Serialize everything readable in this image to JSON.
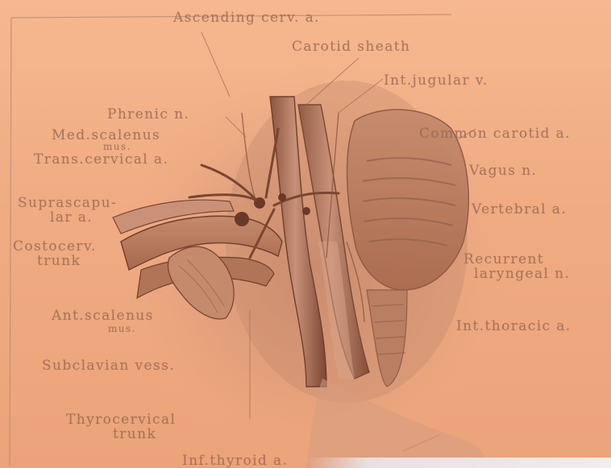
{
  "labels": {
    "ascending_cervical": "Ascending cerv. a.",
    "carotid_sheath": "Carotid sheath",
    "int_jugular": "Int.jugular v.",
    "phrenic": "Phrenic n.",
    "med_scalenus": "Med.scalenus",
    "med_scalenus_sub": "mus.",
    "transverse": "Trans.cervical a.",
    "common_carotid": "Common carotid a.",
    "vagus": "Vagus n.",
    "suprascapular_1": "Suprascapu-",
    "suprascapular_2": "lar a.",
    "vertebral": "Vertebral a.",
    "costocervical_1": "Costocerv.",
    "costocervical_2": "trunk",
    "recurrent_1": "Recurrent",
    "recurrent_2": "laryngeal n.",
    "ant_scalenus_1": "Ant.scalenus",
    "ant_scalenus_2": "mus.",
    "int_thoracic": "Int.thoracic a.",
    "subclavian": "Subclavian vess.",
    "thyrocervical_1": "Thyrocervical",
    "thyrocervical_2": "trunk",
    "inf_thyroid": "Inf.thyroid a."
  },
  "colors": {
    "background": "#f2b08a",
    "ink": "#9a6a55",
    "illustration_dark": "#7a4a35",
    "illustration_mid": "#b87a5e"
  }
}
